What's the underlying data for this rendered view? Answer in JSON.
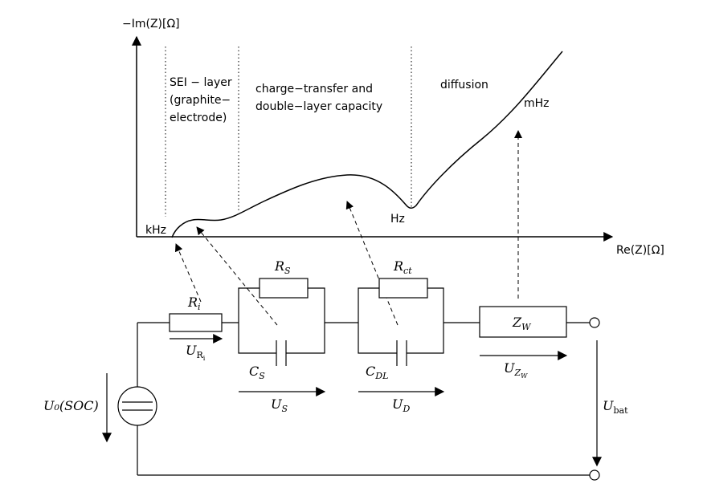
{
  "axes": {
    "y_label": "−Im(Z)[Ω]",
    "x_label": "Re(Z)[Ω]"
  },
  "regions": {
    "sei": [
      "SEI − layer",
      "(graphite−",
      "electrode)"
    ],
    "charge": [
      "charge−transfer and",
      "double−layer capacity"
    ],
    "diffusion": "diffusion"
  },
  "frequencies": {
    "khz": "kHz",
    "hz": "Hz",
    "mhz": "mHz"
  },
  "components": {
    "ri": {
      "main": "R",
      "sub": "i"
    },
    "rs": {
      "main": "R",
      "sub": "S"
    },
    "rct": {
      "main": "R",
      "sub": "ct"
    },
    "cs": {
      "main": "C",
      "sub": "S"
    },
    "cdl": {
      "main": "C",
      "sub": "DL"
    },
    "zw": {
      "main": "Z",
      "sub": "W"
    }
  },
  "voltages": {
    "uri": {
      "main": "U",
      "sub": "R",
      "subsub": "i"
    },
    "us": {
      "main": "U",
      "sub": "S"
    },
    "ud": {
      "main": "U",
      "sub": "D"
    },
    "uzw": {
      "main": "U",
      "sub": "Z",
      "subsub": "W"
    },
    "u0": "U₀(SOC)",
    "ubat": {
      "main": "U",
      "sub": "bat"
    }
  }
}
